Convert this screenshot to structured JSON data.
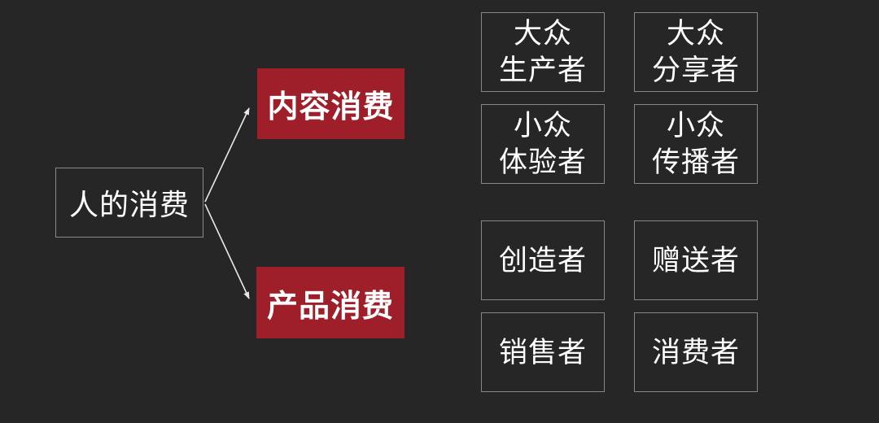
{
  "diagram": {
    "title_hint": "mind map of human consumption types",
    "colors": {
      "background": "#262626",
      "branch_fill": "#9e1e29",
      "box_border": "#868686",
      "text": "#ffffff",
      "arrow": "#e8e8e8"
    },
    "root": {
      "label": "人的消费"
    },
    "branches": [
      {
        "label": "内容消费"
      },
      {
        "label": "产品消费"
      }
    ],
    "content_leaves": [
      {
        "line1": "大众",
        "line2": "生产者"
      },
      {
        "line1": "大众",
        "line2": "分享者"
      },
      {
        "line1": "小众",
        "line2": "体验者"
      },
      {
        "line1": "小众",
        "line2": "传播者"
      }
    ],
    "product_leaves": [
      {
        "line1": "创造者"
      },
      {
        "line1": "赠送者"
      },
      {
        "line1": "销售者"
      },
      {
        "line1": "消费者"
      }
    ]
  }
}
